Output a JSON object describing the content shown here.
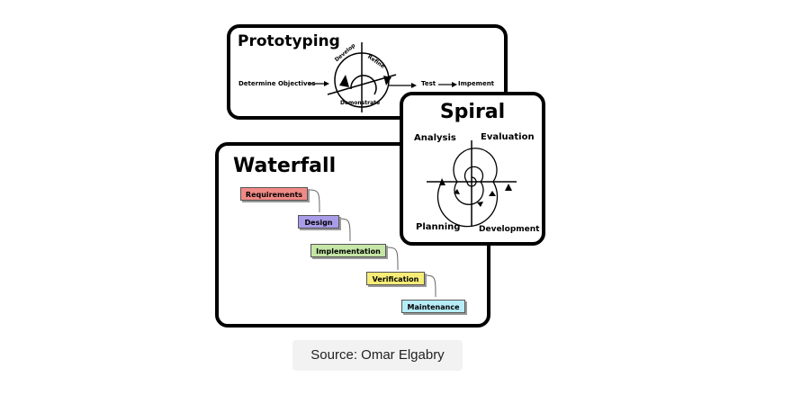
{
  "prototyping": {
    "title": "Prototyping",
    "stages": [
      "Determine Objectives",
      "Develop",
      "Refine",
      "Demonstrate",
      "Test",
      "Impement"
    ]
  },
  "spiral": {
    "title": "Spiral",
    "quadrants": [
      "Analysis",
      "Evaluation",
      "Planning",
      "Development"
    ]
  },
  "waterfall": {
    "title": "Waterfall",
    "steps": [
      {
        "label": "Requirements",
        "color": "#f08a86"
      },
      {
        "label": "Design",
        "color": "#a89ce8"
      },
      {
        "label": "Implementation",
        "color": "#c4e6a6"
      },
      {
        "label": "Verification",
        "color": "#f6ec77"
      },
      {
        "label": "Maintenance",
        "color": "#b6ecf7"
      }
    ]
  },
  "source": "Source: Omar Elgabry"
}
